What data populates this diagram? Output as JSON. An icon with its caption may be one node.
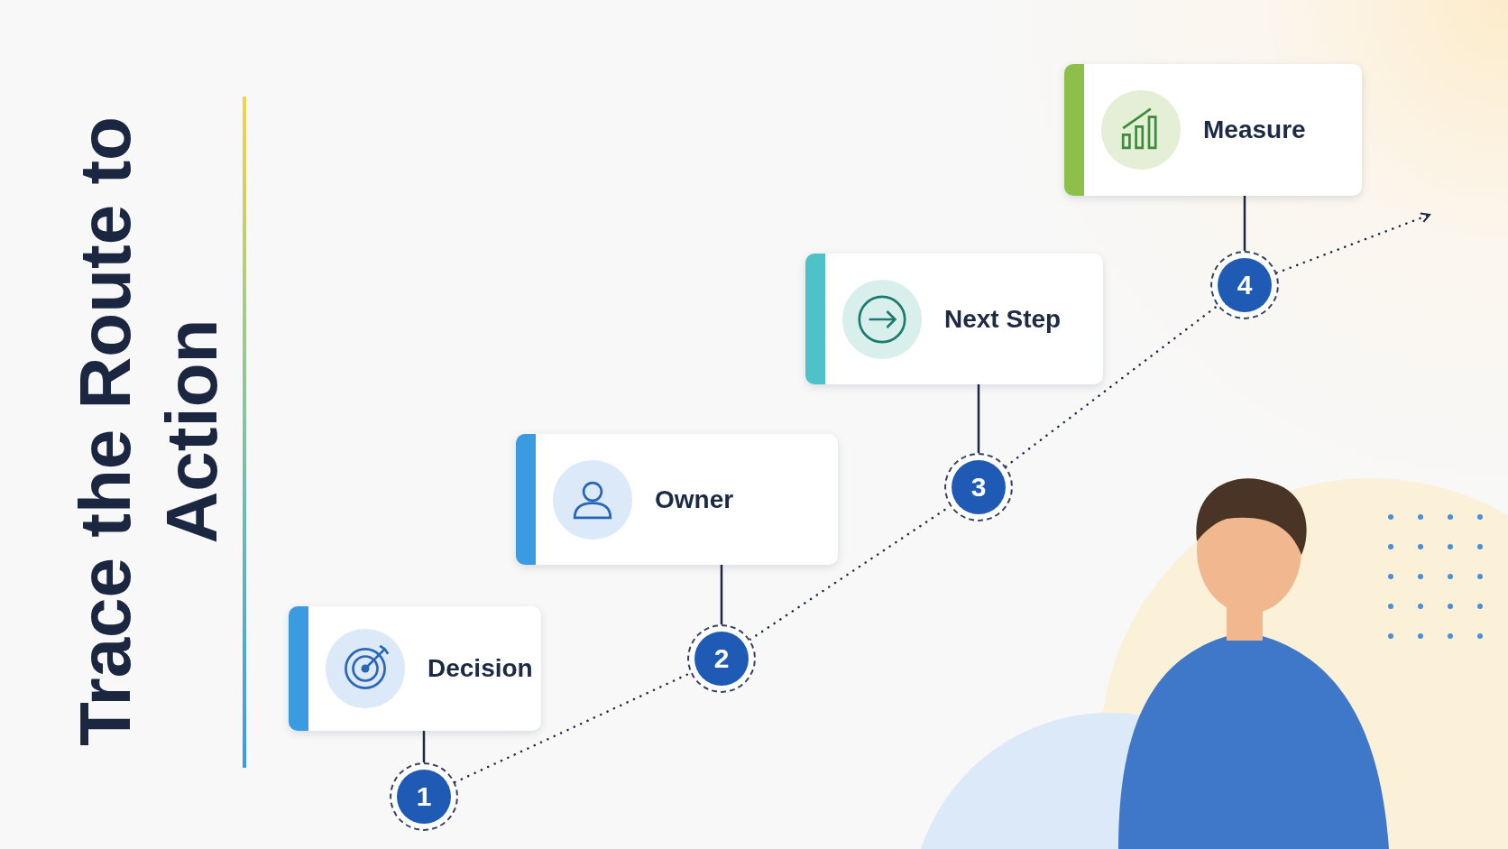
{
  "diagram": {
    "title": "Trace the Route to Action",
    "nodes": [
      {
        "text": [
          "Decision"
        ]
      },
      {
        "text": [
          "1"
        ]
      },
      {
        "text": [
          "Owner"
        ]
      },
      {
        "text": [
          "2"
        ]
      },
      {
        "text": [
          "Next Step"
        ]
      },
      {
        "text": [
          "3"
        ]
      },
      {
        "text": [
          "Measure"
        ]
      },
      {
        "text": [
          "4"
        ]
      }
    ],
    "edges": [
      {
        "from": 1,
        "to": 0,
        "arrow": "none"
      },
      {
        "from": 3,
        "to": 2,
        "arrow": "none"
      },
      {
        "from": 5,
        "to": 4,
        "arrow": "none"
      },
      {
        "from": 7,
        "to": 6,
        "arrow": "none"
      },
      {
        "from": 1,
        "to": 3,
        "arrow": "none",
        "style": "dashed"
      },
      {
        "from": 3,
        "to": 5,
        "arrow": "none",
        "style": "dashed"
      },
      {
        "from": 5,
        "to": 7,
        "arrow": "none",
        "style": "dashed"
      },
      {
        "from": 7,
        "to": null,
        "arrow": "to",
        "style": "dashed"
      }
    ]
  }
}
